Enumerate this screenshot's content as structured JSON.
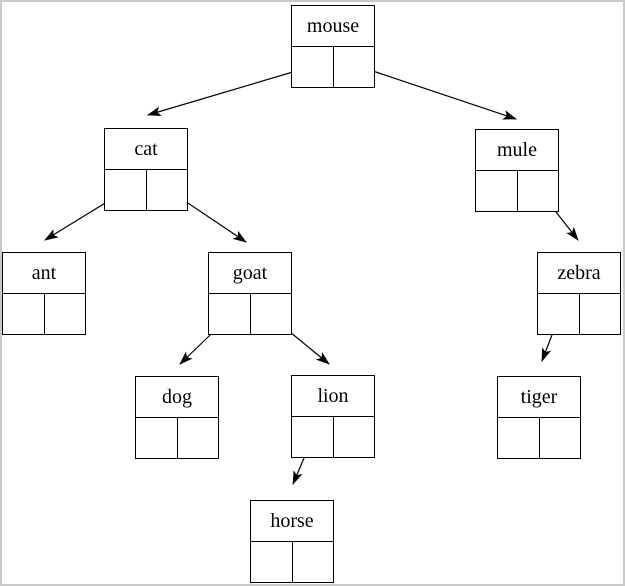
{
  "tree": {
    "description": "Binary tree diagram of animal names; each node is a record box with a label and two pointer cells",
    "root": "mouse",
    "nodes": [
      {
        "id": "mouse",
        "label": "mouse",
        "left_child": "cat",
        "right_child": "mule"
      },
      {
        "id": "cat",
        "label": "cat",
        "left_child": "ant",
        "right_child": "goat"
      },
      {
        "id": "mule",
        "label": "mule",
        "left_child": null,
        "right_child": "zebra"
      },
      {
        "id": "ant",
        "label": "ant",
        "left_child": null,
        "right_child": null
      },
      {
        "id": "goat",
        "label": "goat",
        "left_child": "dog",
        "right_child": "lion"
      },
      {
        "id": "zebra",
        "label": "zebra",
        "left_child": "tiger",
        "right_child": null
      },
      {
        "id": "dog",
        "label": "dog",
        "left_child": null,
        "right_child": null
      },
      {
        "id": "lion",
        "label": "lion",
        "left_child": "horse",
        "right_child": null
      },
      {
        "id": "tiger",
        "label": "tiger",
        "left_child": null,
        "right_child": null
      },
      {
        "id": "horse",
        "label": "horse",
        "left_child": null,
        "right_child": null
      }
    ],
    "edges": [
      {
        "from": "mouse",
        "pointer": "left",
        "to": "cat"
      },
      {
        "from": "mouse",
        "pointer": "right",
        "to": "mule"
      },
      {
        "from": "cat",
        "pointer": "left",
        "to": "ant"
      },
      {
        "from": "cat",
        "pointer": "right",
        "to": "goat"
      },
      {
        "from": "mule",
        "pointer": "right",
        "to": "zebra"
      },
      {
        "from": "goat",
        "pointer": "left",
        "to": "dog"
      },
      {
        "from": "goat",
        "pointer": "right",
        "to": "lion"
      },
      {
        "from": "zebra",
        "pointer": "left",
        "to": "tiger"
      },
      {
        "from": "lion",
        "pointer": "left",
        "to": "horse"
      }
    ],
    "colors": {
      "line": "#000000",
      "text": "#000000",
      "node_background": "#ffffff",
      "canvas_background": "#ffffff",
      "frame_border": "#c9c9c9"
    }
  }
}
